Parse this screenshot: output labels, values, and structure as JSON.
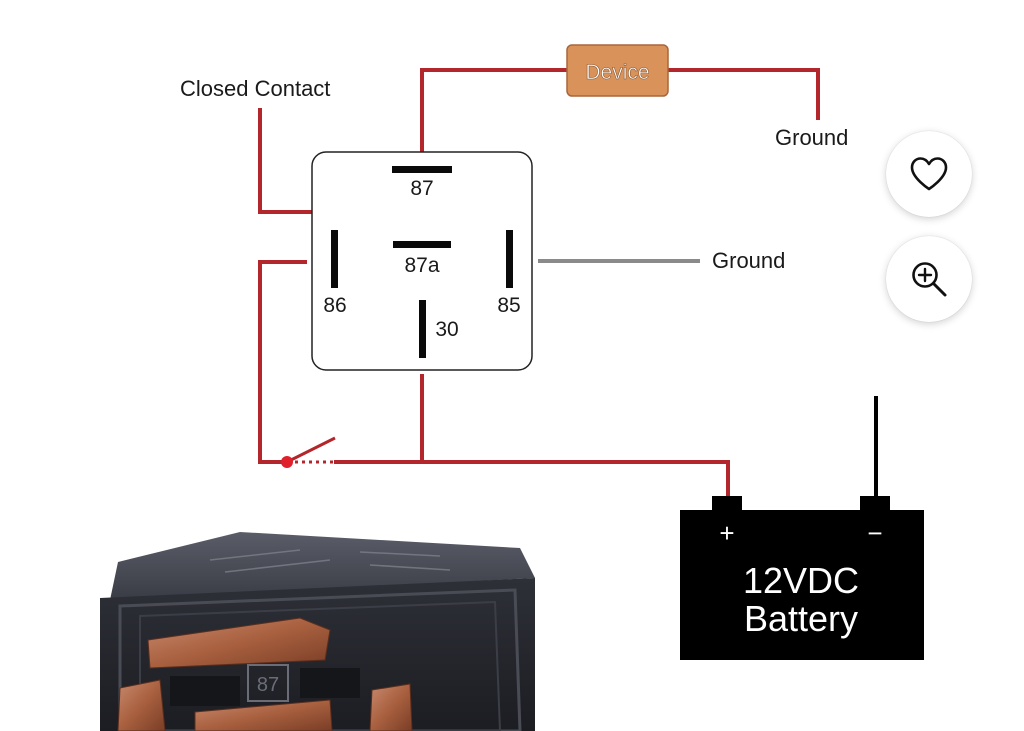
{
  "diagram": {
    "labels": {
      "closed_contact": "Closed Contact",
      "device": "Device",
      "ground_top": "Ground",
      "ground_right": "Ground",
      "pin_87": "87",
      "pin_87a": "87a",
      "pin_86": "86",
      "pin_85": "85",
      "pin_30": "30",
      "battery_plus": "+",
      "battery_minus": "−",
      "battery_line1": "12VDC",
      "battery_line2": "Battery",
      "relay_housing_pin": "87"
    },
    "colors": {
      "wire_red": "#b3262b",
      "wire_gray": "#8a8a8a",
      "device_fill": "#d9925a",
      "battery_fill": "#000000",
      "relay_body": "#3a3c45"
    }
  },
  "actions": {
    "favorite_icon": "heart-icon",
    "zoom_icon": "zoom-in-icon"
  }
}
